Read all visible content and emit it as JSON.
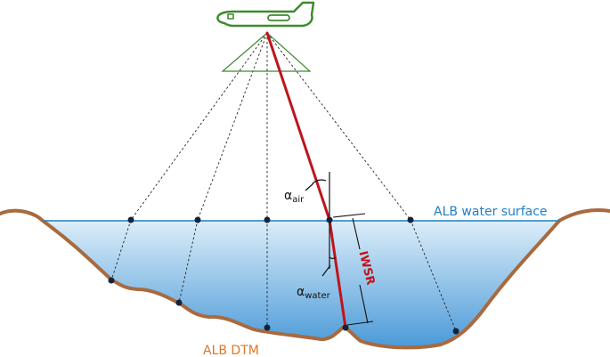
{
  "labels": {
    "water_surface": "ALB water surface",
    "dtm": "ALB DTM",
    "iwsr": "IWSR",
    "alpha_symbol": "α",
    "alpha_air_sub": "air",
    "alpha_water_sub": "water"
  },
  "colors": {
    "water_top": "#d9ebf8",
    "water_bottom": "#4a9ad8",
    "water_line": "#1f7fc4",
    "terrain": "#a86a3e",
    "aircraft": "#3f8a2f",
    "laser": "#c0141b",
    "points": "#10243f",
    "water_label": "#1f7fc4",
    "dtm_label": "#d8782a",
    "iwsr_label": "#c0141b"
  },
  "icons": {
    "aircraft": "airplane-icon"
  }
}
